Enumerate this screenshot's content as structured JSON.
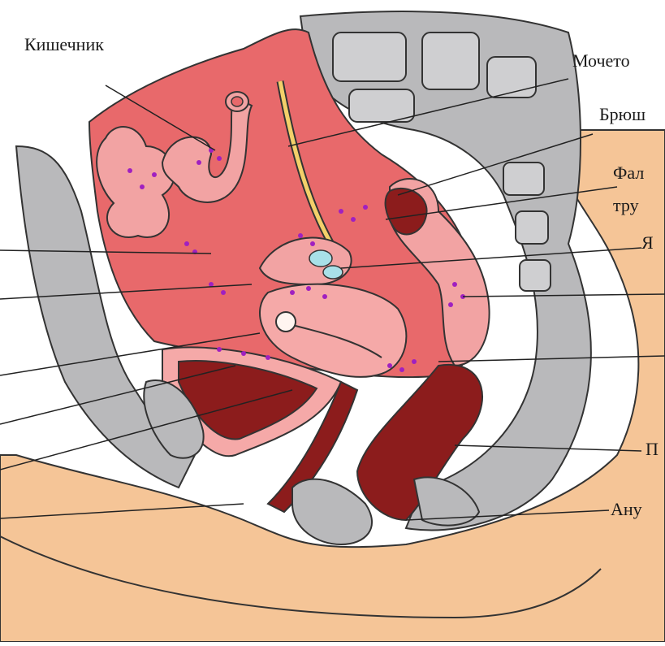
{
  "labels": {
    "intestine": "Кишечник",
    "ureter": "Мочето",
    "peritoneum": "Брюш",
    "tube_1": "Фал",
    "tube_2": "тру",
    "ovary": "Я",
    "rectum": "П",
    "anus": "Ану"
  },
  "colors": {
    "cavity": "#e8696b",
    "skin": "#f5c597",
    "bone": "#b9b9bb",
    "bowel": "#f2a3a3",
    "uterus": "#f5a9a8",
    "organ_dark": "#8c1c1c",
    "ureter": "#f3d06a",
    "ovary": "#a8e0e8",
    "dots": "#a020c0"
  }
}
